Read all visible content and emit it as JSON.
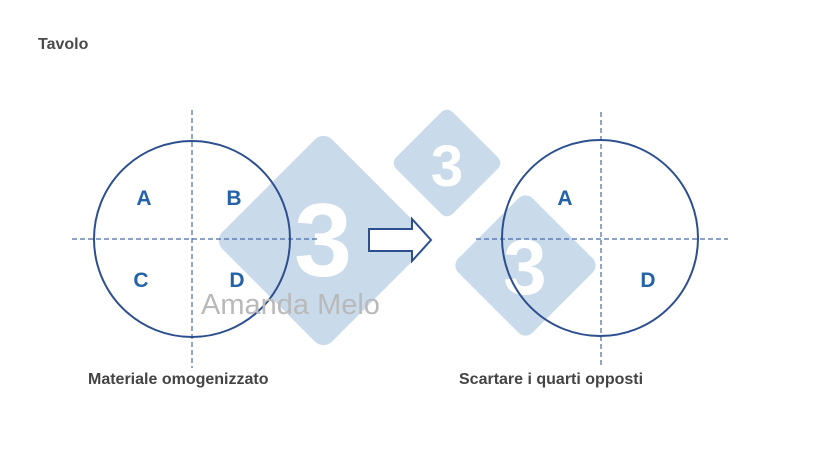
{
  "title": "Tavolo",
  "left_diagram": {
    "caption": "Materiale omogenizzato",
    "quadrants": {
      "top_left": "A",
      "top_right": "B",
      "bottom_left": "C",
      "bottom_right": "D"
    }
  },
  "right_diagram": {
    "caption": "Scartare i quarti opposti",
    "quadrants": {
      "top_left": "A",
      "bottom_right": "D"
    }
  },
  "watermark": {
    "digit": "3",
    "name": "Amanda Melo"
  },
  "colors": {
    "circle": "#2d4f8f",
    "axis": "#4a6aa8",
    "label": "#2463a8",
    "arrow": "#2d4f8f",
    "watermark_shape": "#c7d9ea",
    "watermark_text": "#b9b9b9"
  }
}
